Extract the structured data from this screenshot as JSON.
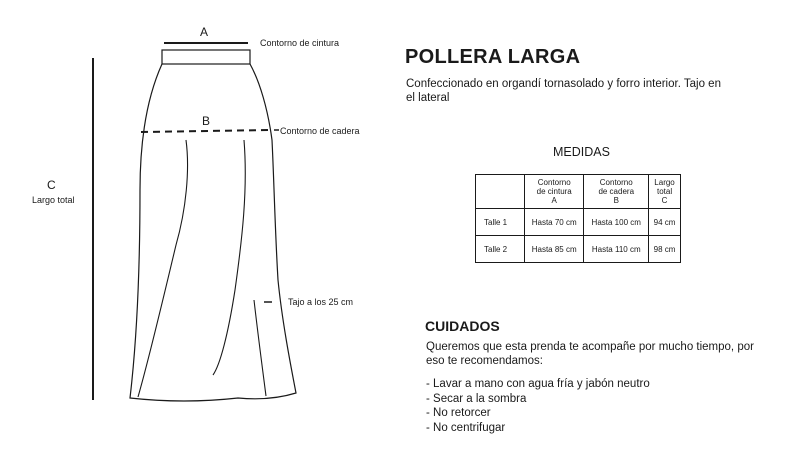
{
  "diagram": {
    "label_a": "A",
    "label_b": "B",
    "label_c": "C",
    "waist_label": "Contorno de cintura",
    "hip_label": "Contorno de cadera",
    "length_label": "Largo total",
    "slit_label": "Tajo a los 25 cm"
  },
  "product": {
    "title": "POLLERA LARGA",
    "description": "Confeccionado en organdí tornasolado y forro interior. Tajo en el lateral"
  },
  "measurements": {
    "heading": "MEDIDAS",
    "columns": [
      {
        "line1": "Contorno",
        "line2": "de cintura",
        "line3": "A"
      },
      {
        "line1": "Contorno",
        "line2": "de cadera",
        "line3": "B"
      },
      {
        "line1": "Largo",
        "line2": "total",
        "line3": "C"
      }
    ],
    "rows": [
      {
        "size": "Talle 1",
        "waist": "Hasta 70 cm",
        "hip": "Hasta 100 cm",
        "length": "94 cm"
      },
      {
        "size": "Talle 2",
        "waist": "Hasta 85 cm",
        "hip": "Hasta 110 cm",
        "length": "98 cm"
      }
    ]
  },
  "care": {
    "heading": "CUIDADOS",
    "intro": "Queremos que esta prenda te acompañe por mucho tiempo, por eso te recomendamos:",
    "items": [
      "- Lavar a mano con agua fría y jabón neutro",
      "- Secar a la sombra",
      "- No retorcer",
      "- No centrifugar"
    ]
  }
}
